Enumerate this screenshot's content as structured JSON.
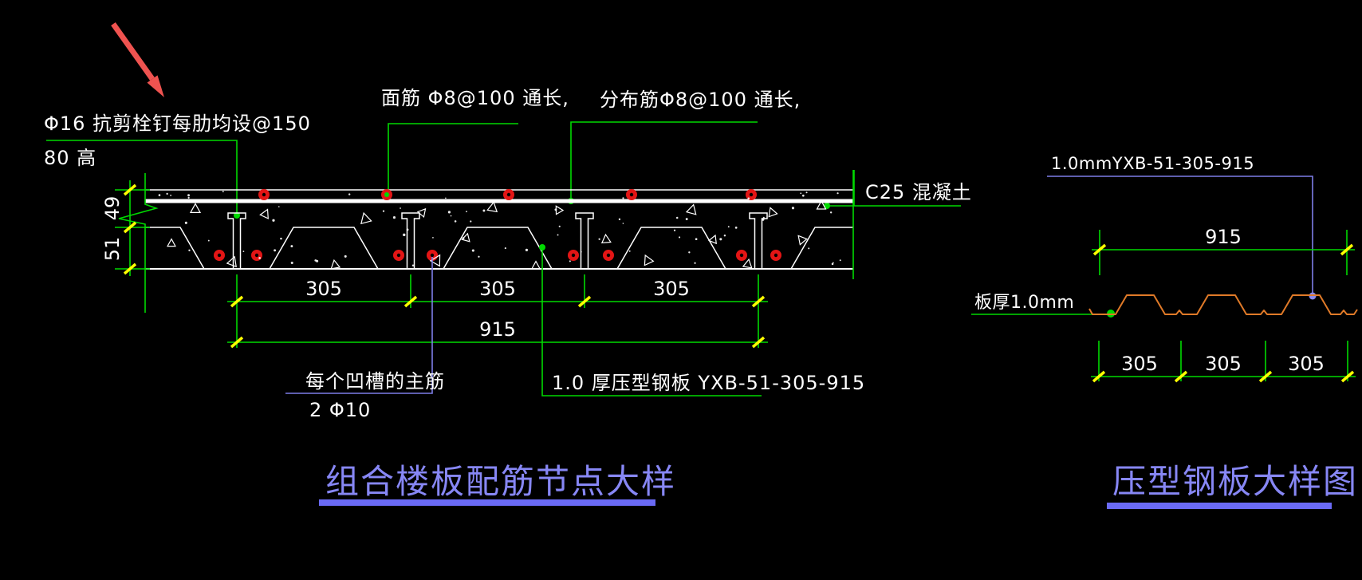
{
  "colors": {
    "background": "#000000",
    "cad_green": "#00d900",
    "tick_yellow": "#ffff00",
    "line_white": "#ffffff",
    "rebar_red": "#e31515",
    "arrow_red": "#ef5350",
    "deck_orange": "#e07a28",
    "leader_blue": "#7e7ee8",
    "title_blue": "#8787f5"
  },
  "left_view": {
    "stud_note": {
      "line1": "Φ16  抗剪栓钉每肋均设@150",
      "line2": "80   高"
    },
    "top_bar_label": "面筋 Φ8@100   通长,",
    "dist_bar_label": "分布筋Φ8@100   通长,",
    "concrete_label": "C25  混凝土",
    "trough_bar_label": "每个凹槽的主筋",
    "trough_bar_spec": "2 Φ10",
    "deck_note": "1.0  厚压型钢板 YXB-51-305-915",
    "dims": {
      "v49": "49",
      "v51": "51",
      "h305": [
        "305",
        "305",
        "305"
      ],
      "h915": "915"
    },
    "title": "组合楼板配筋节点大样"
  },
  "right_view": {
    "spec_label": "1.0mmYXB-51-305-915",
    "thickness_label": "板厚1.0mm",
    "dims": {
      "w915": "915",
      "h305": [
        "305",
        "305",
        "305"
      ]
    },
    "title": "压型钢板大样图"
  }
}
